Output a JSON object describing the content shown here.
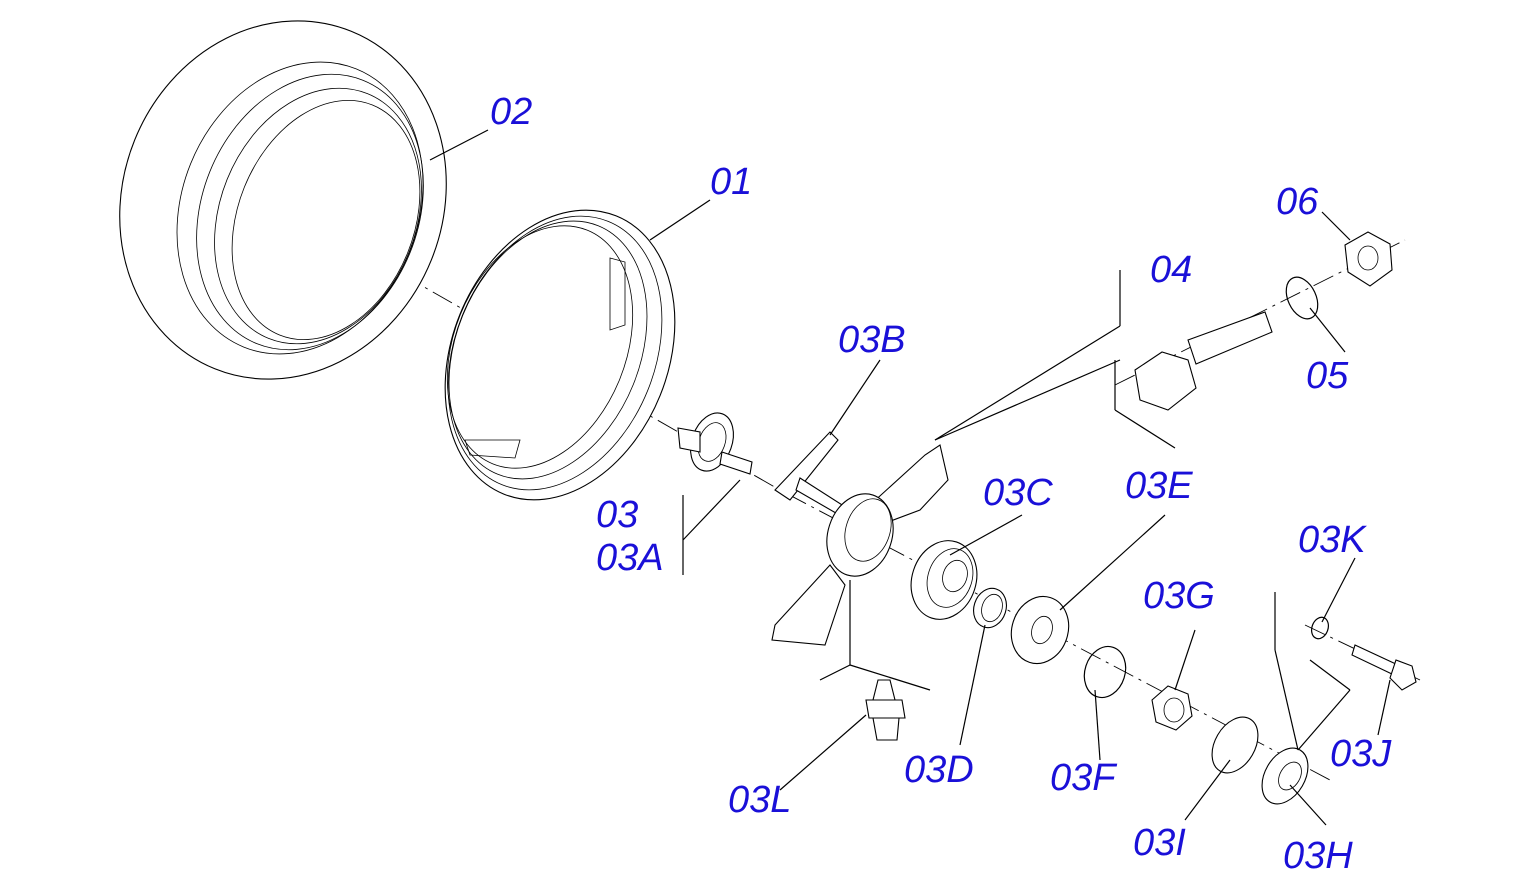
{
  "diagram": {
    "label_color": "#1a10d8",
    "line_color": "#000000",
    "labels": {
      "p01": "01",
      "p02": "02",
      "p03": "03",
      "p03a": "03A",
      "p03b": "03B",
      "p03c": "03C",
      "p03d": "03D",
      "p03e": "03E",
      "p03f": "03F",
      "p03g": "03G",
      "p03h": "03H",
      "p03i": "03I",
      "p03j": "03J",
      "p03k": "03K",
      "p03l": "03L",
      "p04": "04",
      "p05": "05",
      "p06": "06"
    }
  }
}
